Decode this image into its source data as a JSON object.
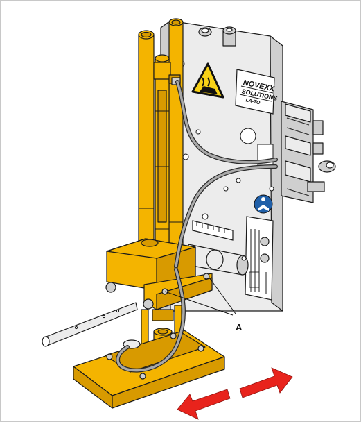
{
  "label_plate": {
    "line1": "NOVEXX",
    "line2": "SOLUTIONS",
    "line3": "LA-TO"
  },
  "callout": {
    "label": "A"
  },
  "colors": {
    "body_yellow": "#f4b400",
    "body_yellow_shade": "#d89a00",
    "plate_grey": "#ececec",
    "arrow_red": "#e8231c",
    "warning_yellow": "#f7d117",
    "mandatory_blue": "#1f5fa8"
  },
  "icons": {
    "warning": "hot-surface-warning-icon",
    "mandatory": "read-manual-mandatory-icon",
    "movement": "double-direction-arrow-icon"
  }
}
